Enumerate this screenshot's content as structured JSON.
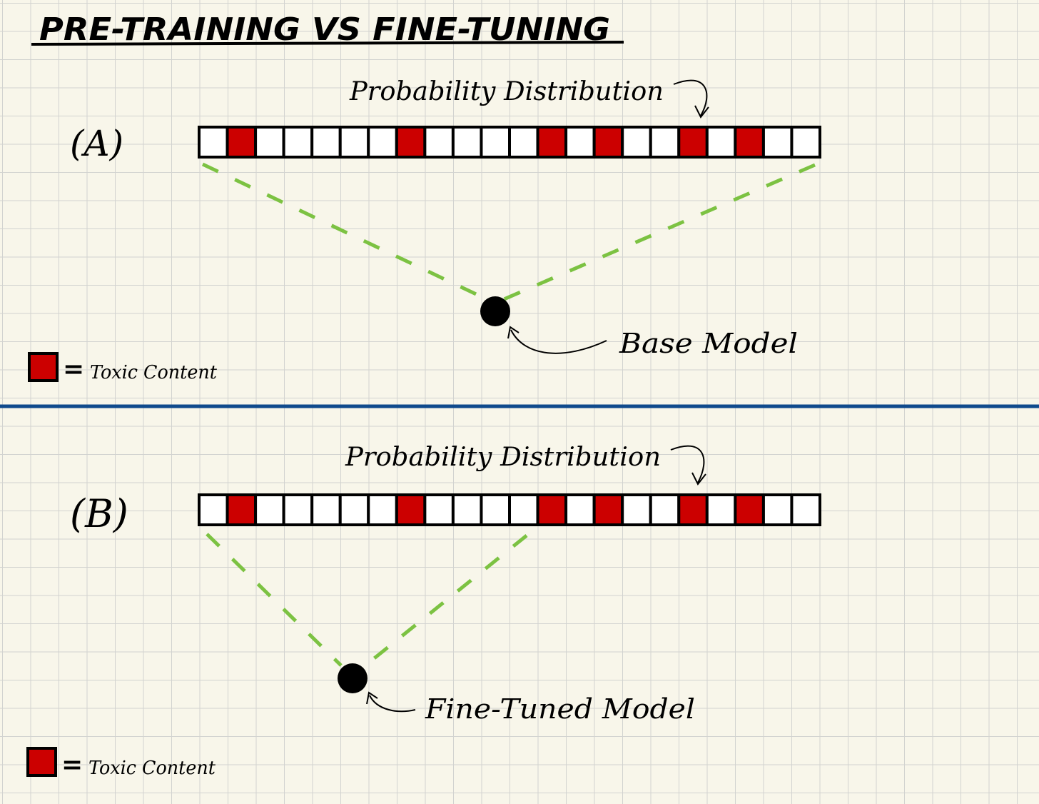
{
  "title": "PRE-TRAINING VS FINE-TUNING",
  "colors": {
    "toxic": "#cc0000",
    "cell_border": "#000000",
    "dash": "#7cc242",
    "divider": "#0f4a8c",
    "ink": "#000000"
  },
  "legend": {
    "label": "Toxic Content"
  },
  "panels": [
    {
      "label": "(A)",
      "dist_label": "Probability Distribution",
      "model_label": "Base Model",
      "cell_count": 22,
      "toxic_cells": [
        1,
        7,
        12,
        14,
        17,
        19
      ]
    },
    {
      "label": "(B)",
      "dist_label": "Probability Distribution",
      "model_label": "Fine-Tuned Model",
      "cell_count": 22,
      "toxic_cells": [
        1,
        7,
        12,
        14,
        17,
        19
      ]
    }
  ]
}
